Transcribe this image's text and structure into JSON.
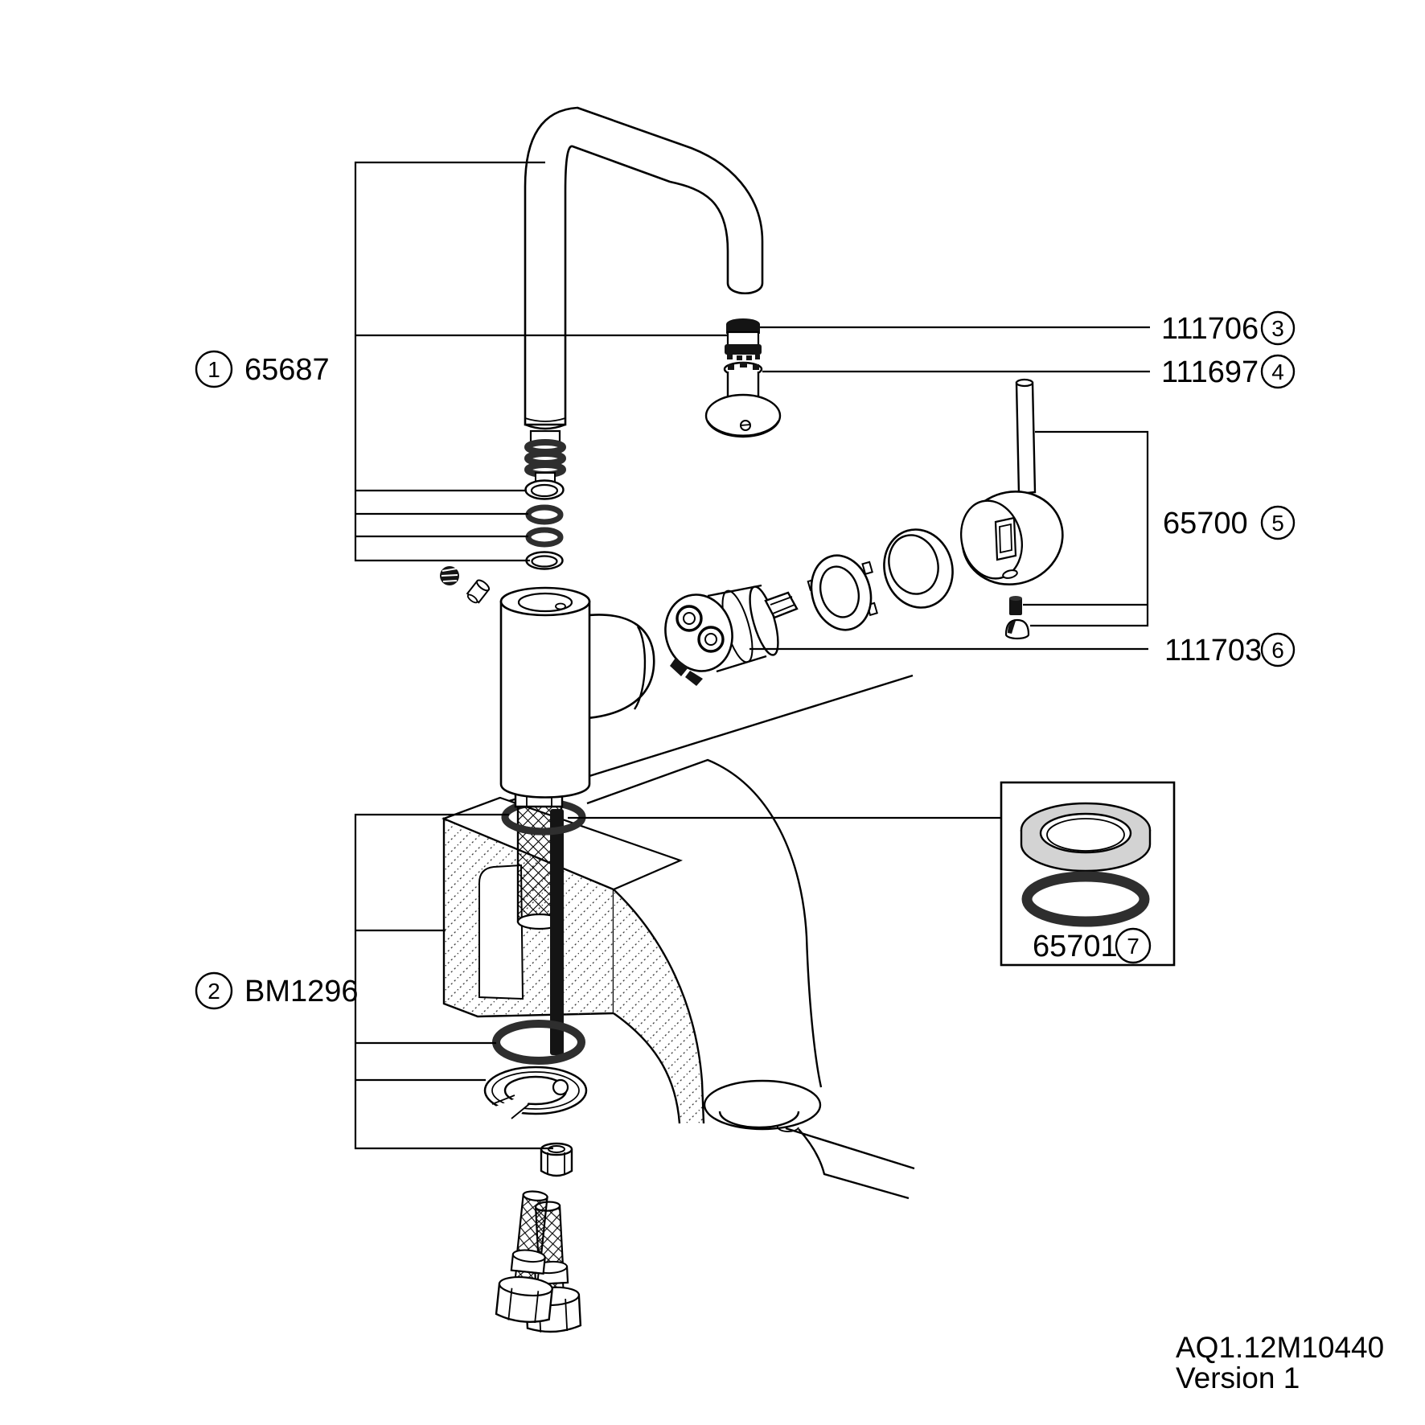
{
  "diagram": {
    "callouts": [
      {
        "num": "1",
        "part_number": "65687"
      },
      {
        "num": "2",
        "part_number": "BM1296"
      },
      {
        "num": "3",
        "part_number": "111706"
      },
      {
        "num": "4",
        "part_number": "111697"
      },
      {
        "num": "5",
        "part_number": "65700"
      },
      {
        "num": "6",
        "part_number": "111703"
      },
      {
        "num": "7",
        "part_number": "65701"
      }
    ],
    "title_block": {
      "doc_number": "AQ1.12M10440",
      "version": "Version 1"
    },
    "colors": {
      "line": "#000000",
      "background": "#ffffff",
      "washer_gray": "#d3d3d3",
      "oring_dark": "#2e2e2e",
      "solid_black": "#141414"
    }
  }
}
